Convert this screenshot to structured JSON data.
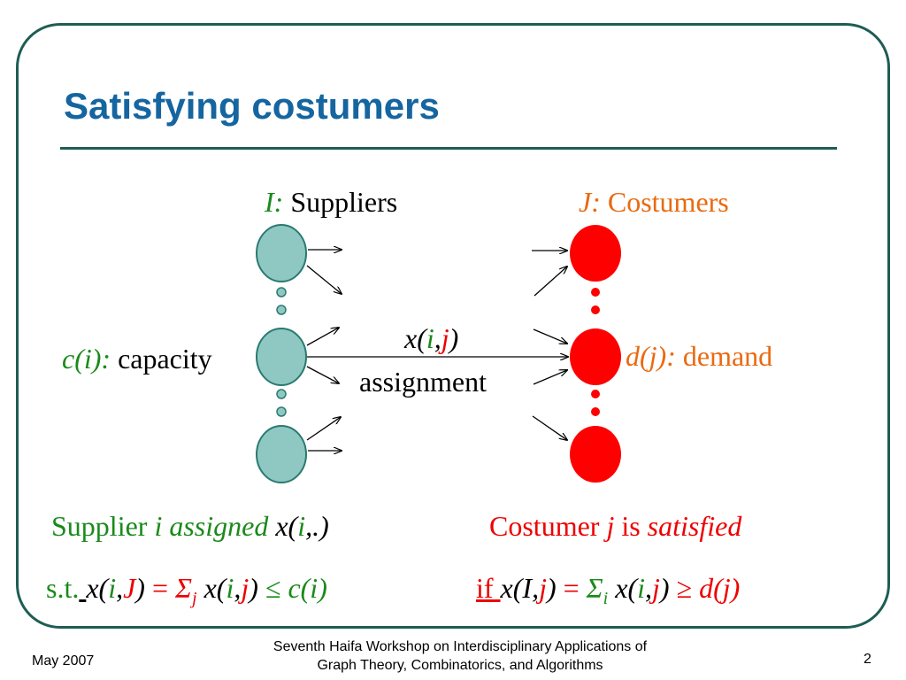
{
  "title": "Satisfying costumers",
  "suppliers_header": {
    "symbol": "I:",
    "label": "Suppliers"
  },
  "customers_header": {
    "symbol": "J:",
    "label": "Costumers"
  },
  "capacity": {
    "func": "c(i):",
    "label": "capacity"
  },
  "demand": {
    "func": "d(j):",
    "label": "demand"
  },
  "edge_label": {
    "x": "x(",
    "i": "i",
    "comma": ",",
    "j": "j",
    "close": ")",
    "word": "assignment"
  },
  "supplier_caption": {
    "word": "Supplier",
    "var": "i",
    "assigned": "assigned",
    "x": "x(",
    "i": "i",
    "rest": ",.)"
  },
  "customer_caption": {
    "word": "Costumer",
    "var": "j",
    "is": "is",
    "satisfied": "satisfied"
  },
  "supplier_constraint": {
    "st": "s.t.",
    "lhs_x": "x(",
    "lhs_i": "i",
    "lhs_comma": ",",
    "lhs_J": "J",
    "lhs_close": ")",
    "eq": "=",
    "sum": "Σ",
    "sub": "j",
    "rhs_x": "x(",
    "rhs_i": "i",
    "rhs_comma": ",",
    "rhs_j": "j",
    "rhs_close": ")",
    "leq": "≤",
    "cap": "c(i)"
  },
  "customer_constraint": {
    "if": "if",
    "lhs_x": "x(I,",
    "lhs_j": "j",
    "lhs_close": ")",
    "eq": "=",
    "sum": "Σ",
    "sub": "i",
    "rhs_x": "x(",
    "rhs_i": "i",
    "rhs_comma": ",",
    "rhs_j": "j",
    "rhs_close": ")",
    "geq": "≥",
    "dem": "d(j)"
  },
  "footer": {
    "date": "May 2007",
    "line1": "Seventh Haifa Workshop on Interdisciplinary Applications of",
    "line2": "Graph Theory, Combinatorics, and Algorithms",
    "page": "2"
  },
  "colors": {
    "title": "#1565a0",
    "frame": "#1e5d54",
    "supplier_node": "#8fc8c3",
    "customer_node": "#ff0000",
    "green_text": "#1a8a1a",
    "orange_text": "#e96a10"
  }
}
